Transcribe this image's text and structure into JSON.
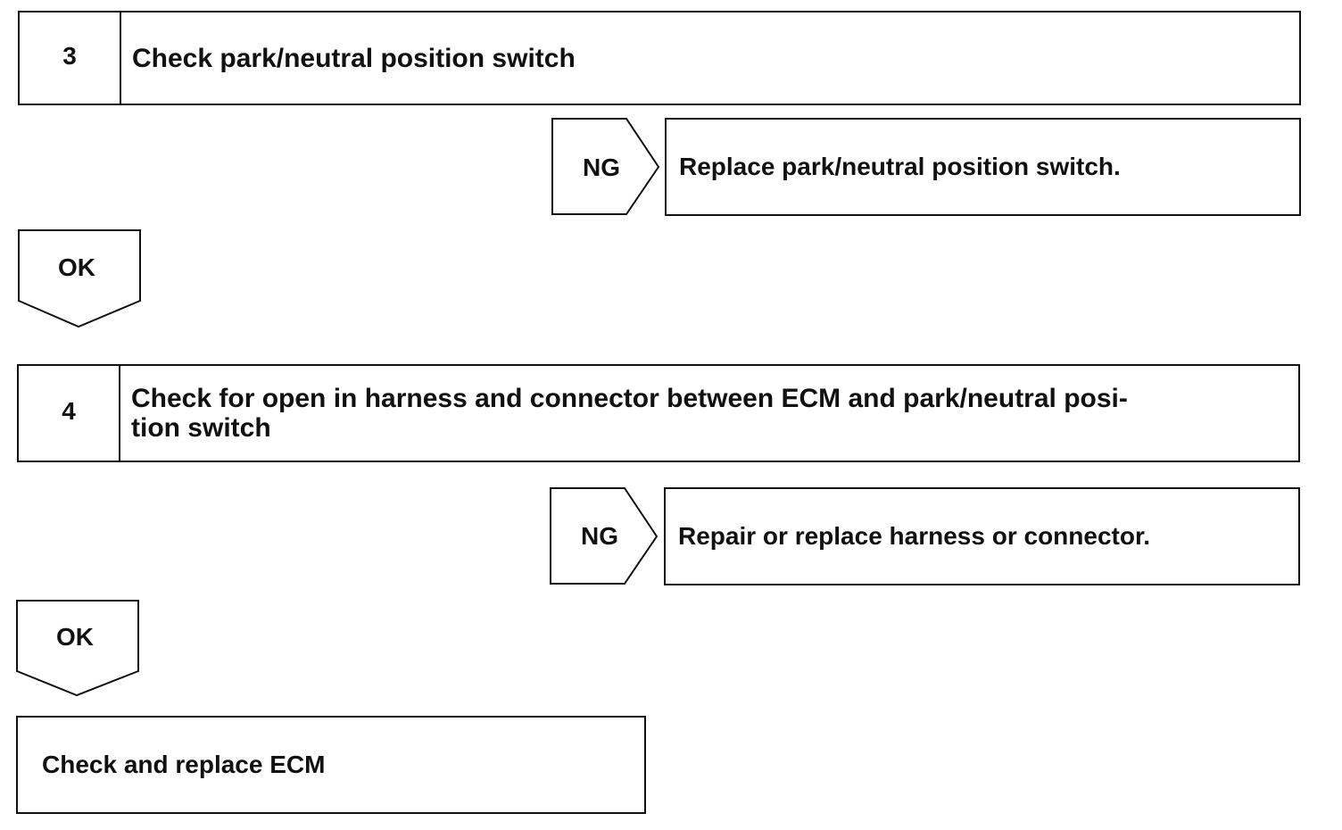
{
  "steps": [
    {
      "number": "3",
      "title": "Check park/neutral position switch",
      "ng_label": "NG",
      "ng_action": "Replace park/neutral position switch.",
      "ok_label": "OK"
    },
    {
      "number": "4",
      "title": "Check for open in harness and connector between ECM and park/neutral position switch",
      "title_line1": "Check for open in harness and connector between ECM and park/neutral posi-",
      "title_line2": "tion switch",
      "ng_label": "NG",
      "ng_action": "Repair or replace harness or connector.",
      "ok_label": "OK"
    }
  ],
  "final_action": "Check and replace ECM"
}
